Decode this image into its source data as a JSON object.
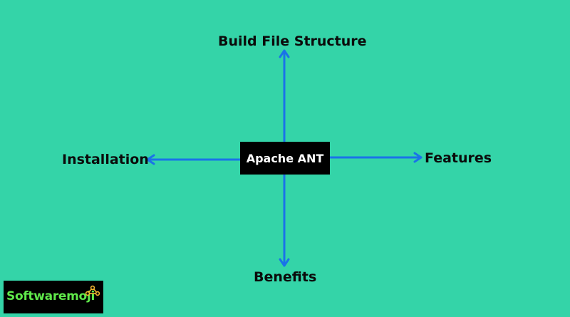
{
  "diagram": {
    "center": "Apache ANT",
    "top": "Build File Structure",
    "left": "Installation",
    "right": "Features",
    "bottom": "Benefits"
  },
  "logo": {
    "text": "Softwaremoji",
    "icon": "connected-nodes-icon"
  },
  "colors": {
    "background": "#34d4a8",
    "arrow": "#1a73e8",
    "center_box": "#000000",
    "center_text": "#ffffff",
    "label_text": "#0b0b0b",
    "logo_text": "#5fe84a",
    "logo_mark": "#f2b430"
  }
}
